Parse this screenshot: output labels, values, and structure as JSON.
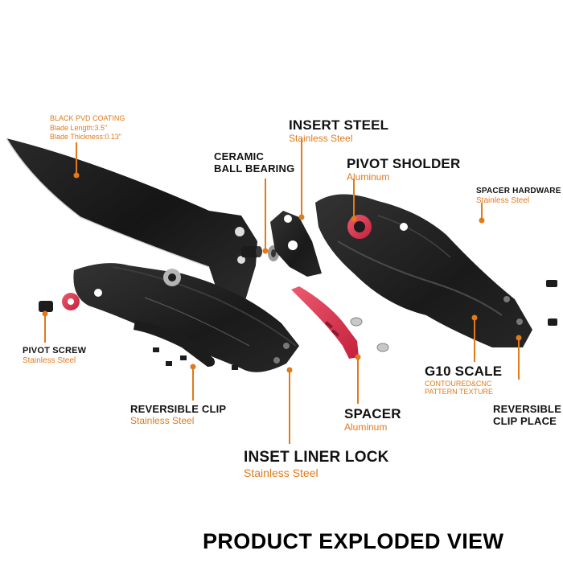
{
  "labels": {
    "black_pvd": {
      "title": "BLACK PVD COATING",
      "line1": "Blade Length:3.5\"",
      "line2": "Blade Thickness:0.13\""
    },
    "insert_steel": {
      "title": "INSERT STEEL",
      "sub": "Stainless Steel"
    },
    "ceramic": {
      "line1": "CERAMIC",
      "line2": "BALL BEARING"
    },
    "pivot_sholder": {
      "title": "PIVOT SHOLDER",
      "sub": "Aluminum"
    },
    "spacer_hardware": {
      "title": "SPACER HARDWARE",
      "sub": "Stainless Steel"
    },
    "pivot_screw": {
      "title": "PIVOT SCREW",
      "sub": "Stainless Steel"
    },
    "g10_scale": {
      "title": "G10 SCALE",
      "line1": "CONTOURED&CNC",
      "line2": "PATTERN TEXTURE"
    },
    "reversible_clip": {
      "title": "REVERSIBLE CLIP",
      "sub": "Stainless Steel"
    },
    "spacer": {
      "title": "SPACER",
      "sub": "Aluminum"
    },
    "reversible_clip_place": {
      "line1": "REVERSIBLE",
      "line2": "CLIP PLACE"
    },
    "inset_liner_lock": {
      "title": "INSET LINER LOCK",
      "sub": "Stainless Steel"
    }
  },
  "footer": {
    "text": "PRODUCT EXPLODED VIEW"
  },
  "colors": {
    "accent_orange": "#e07a1a",
    "part_black": "#1c1c1c",
    "part_highlight": "#3a3a3a",
    "spacer_red": "#d8304a",
    "metal_silver": "#b5b5b5"
  }
}
